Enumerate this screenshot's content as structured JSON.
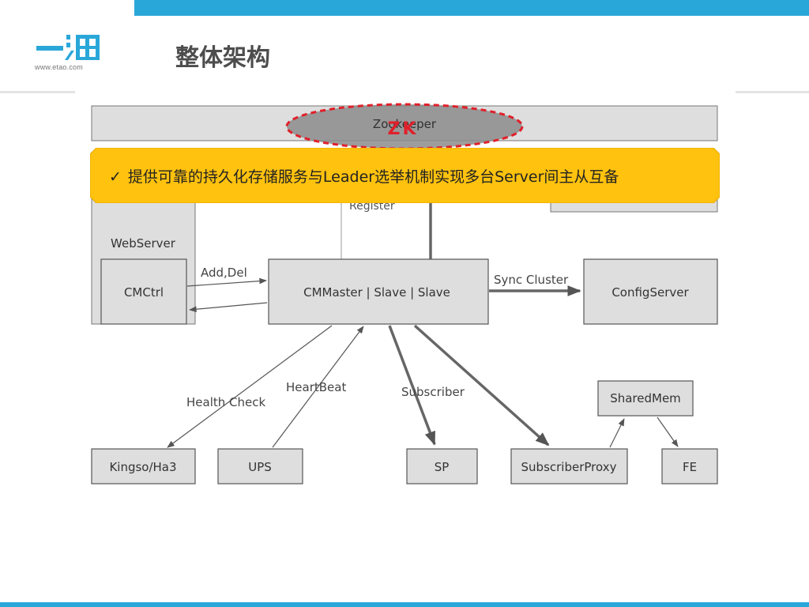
{
  "header": {
    "logo_url_text": "www.etao.com",
    "page_title": "整体架构"
  },
  "colors": {
    "accent": "#2aa7d9",
    "box_fill": "#dedede",
    "box_stroke": "#555555",
    "callout_fill": "#ffc20e",
    "zk_ellipse_fill": "#8c8c8c",
    "zk_ellipse_stroke": "#e0202a",
    "zk_label": "#e0202a"
  },
  "diagram": {
    "zookeeper_label": "Zookeeper",
    "zk_label": "ZK",
    "register_label": "Register",
    "webserver_label": "WebServer",
    "cmctrl_label": "CMCtrl",
    "add_del_label": "Add,Del",
    "cmmaster_label": "CMMaster | Slave | Slave",
    "sync_cluster_label": "Sync Cluster",
    "configserver_label": "ConfigServer",
    "health_check_label": "Health Check",
    "heartbeat_label": "HeartBeat",
    "subscriber_label": "Subscriber",
    "sharedmem_label": "SharedMem",
    "kingso_label": "Kingso/Ha3",
    "ups_label": "UPS",
    "sp_label": "SP",
    "subscriberproxy_label": "SubscriberProxy",
    "fe_label": "FE"
  },
  "callout": {
    "check_glyph": "✓",
    "text": "提供可靠的持久化存储服务与Leader选举机制实现多台Server间主从互备"
  }
}
